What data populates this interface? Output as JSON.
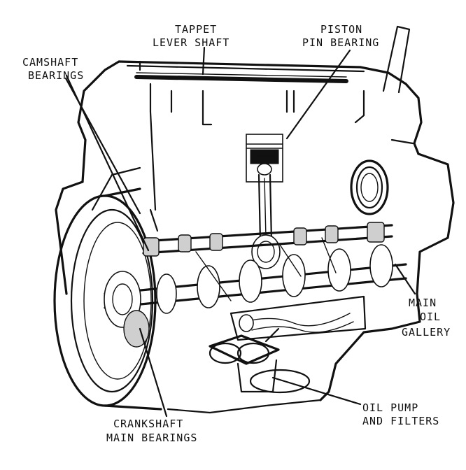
{
  "labels": {
    "tappet_l1": "TAPPET",
    "tappet_l2": "LEVER SHAFT",
    "piston_l1": "PISTON",
    "piston_l2": "PIN BEARING",
    "camshaft_l1": "CAMSHAFT",
    "camshaft_l2": "BEARINGS",
    "gallery_l1": "MAIN",
    "gallery_l2": "OIL",
    "gallery_l3": "GALLERY",
    "pump_l1": "OIL PUMP",
    "pump_l2": "AND FILTERS",
    "crank_l1": "CRANKSHAFT",
    "crank_l2": "MAIN BEARINGS"
  }
}
